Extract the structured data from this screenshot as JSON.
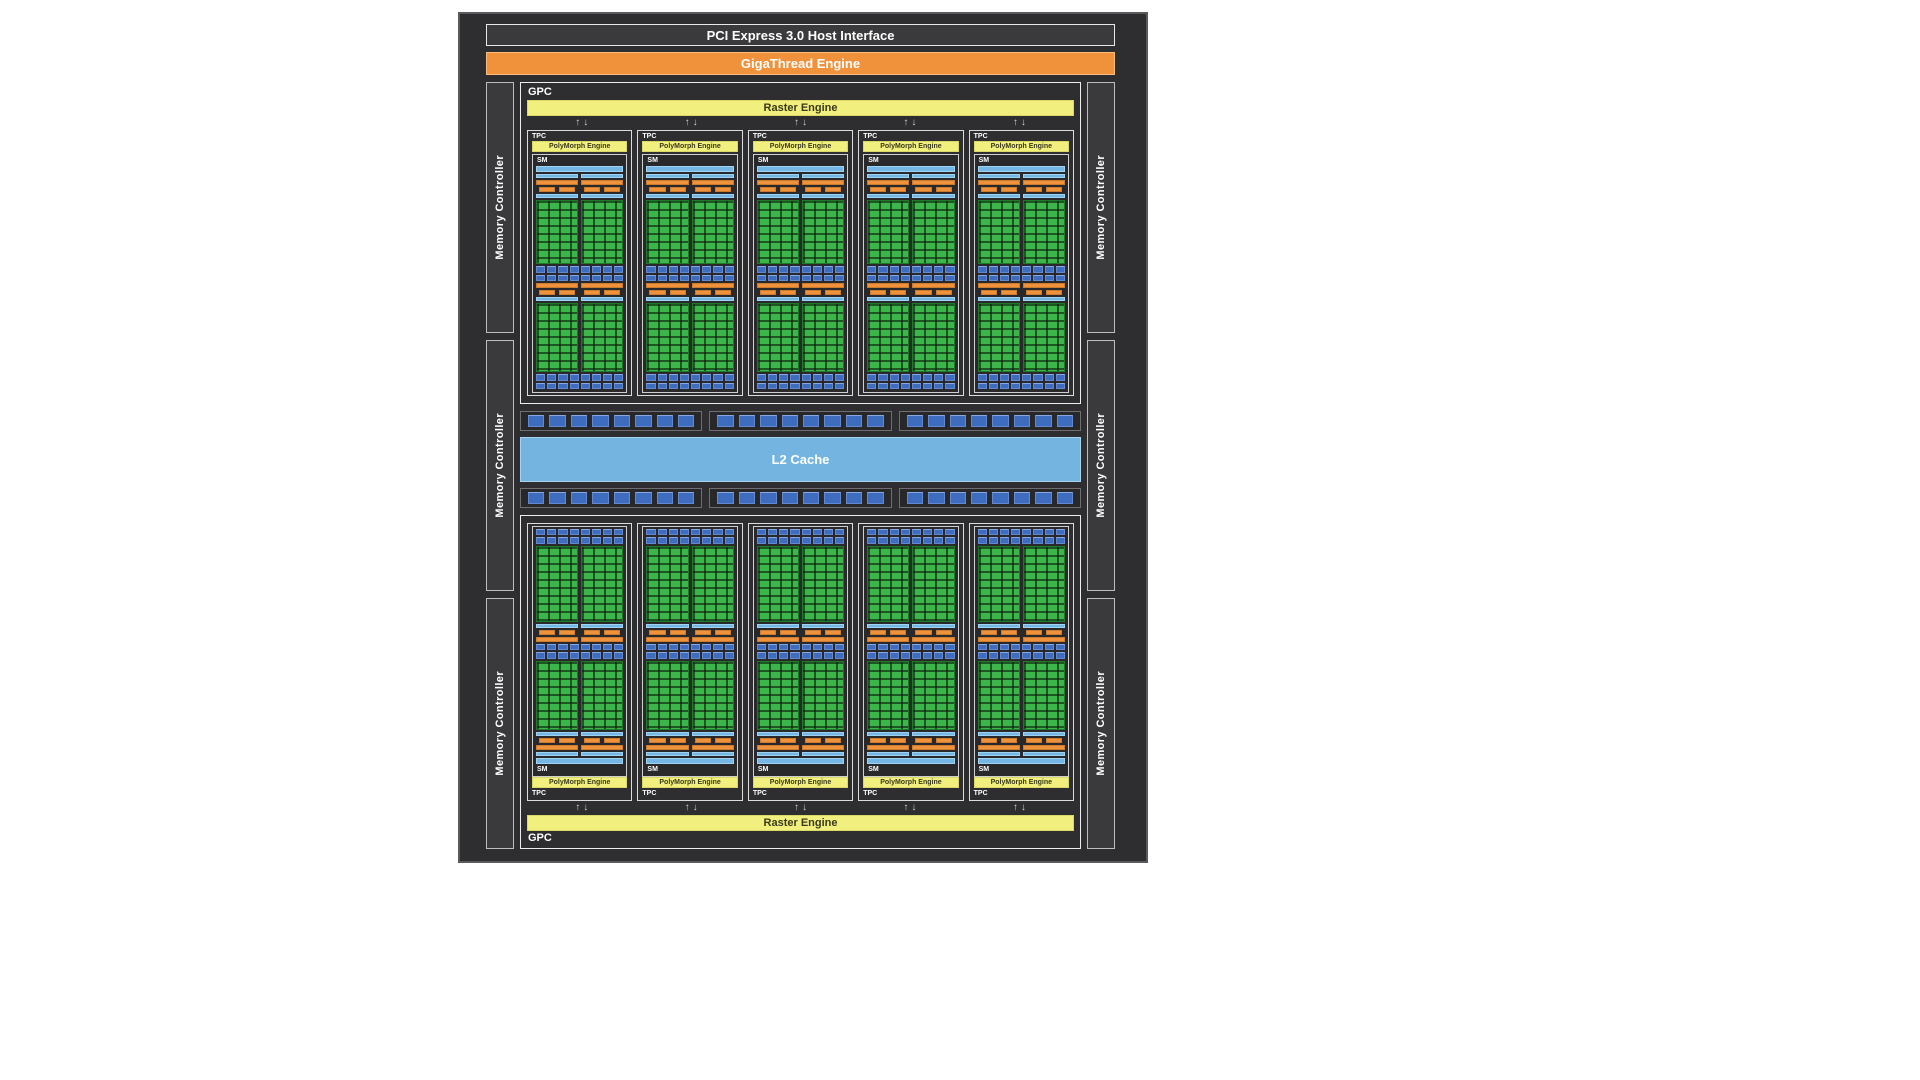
{
  "labels": {
    "pci": "PCI Express 3.0 Host Interface",
    "gigathread": "GigaThread Engine",
    "gpc": "GPC",
    "raster": "Raster Engine",
    "tpc": "TPC",
    "polymorph": "PolyMorph Engine",
    "sm": "SM",
    "l2": "L2 Cache",
    "memory_controller": "Memory Controller"
  },
  "icons": {
    "up_arrow": "↑",
    "down_arrow": "↓"
  },
  "structure": {
    "gpc_count": 2,
    "tpcs_per_gpc": 5,
    "memory_controllers_per_side": 3,
    "crossbar_groups": 3,
    "crossbar_blocks_per_group": 8,
    "sm_sections_per_sm": 2,
    "sm_partitions_per_section": 2,
    "shared_segment_count": 8,
    "core_grid": {
      "cols": 4,
      "rows": 10
    }
  },
  "colors": {
    "chip_bg": "#2e2e30",
    "bar_dark": "#3a3a3c",
    "sm_bg": "#29292b",
    "orange": "#f0913c",
    "yellow": "#f1ef7d",
    "green": "#3cb54a",
    "blue": "#3e6cbf",
    "light_blue": "#74b6e4",
    "l2_blue": "#74b4e1"
  }
}
